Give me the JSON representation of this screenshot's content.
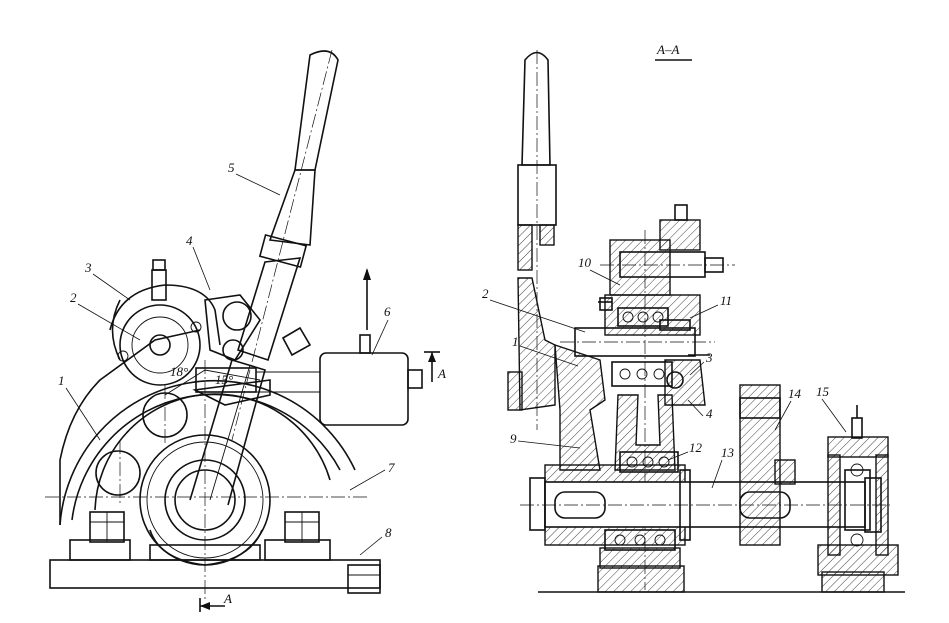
{
  "section_title": "A–A",
  "section_marker": "A",
  "angle_left": "18°",
  "angle_right": "15°",
  "left_view_labels": [
    "1",
    "2",
    "3",
    "4",
    "5",
    "6",
    "7",
    "8"
  ],
  "right_view_labels": [
    "1",
    "2",
    "3",
    "4",
    "9",
    "10",
    "11",
    "12",
    "13",
    "14",
    "15"
  ]
}
